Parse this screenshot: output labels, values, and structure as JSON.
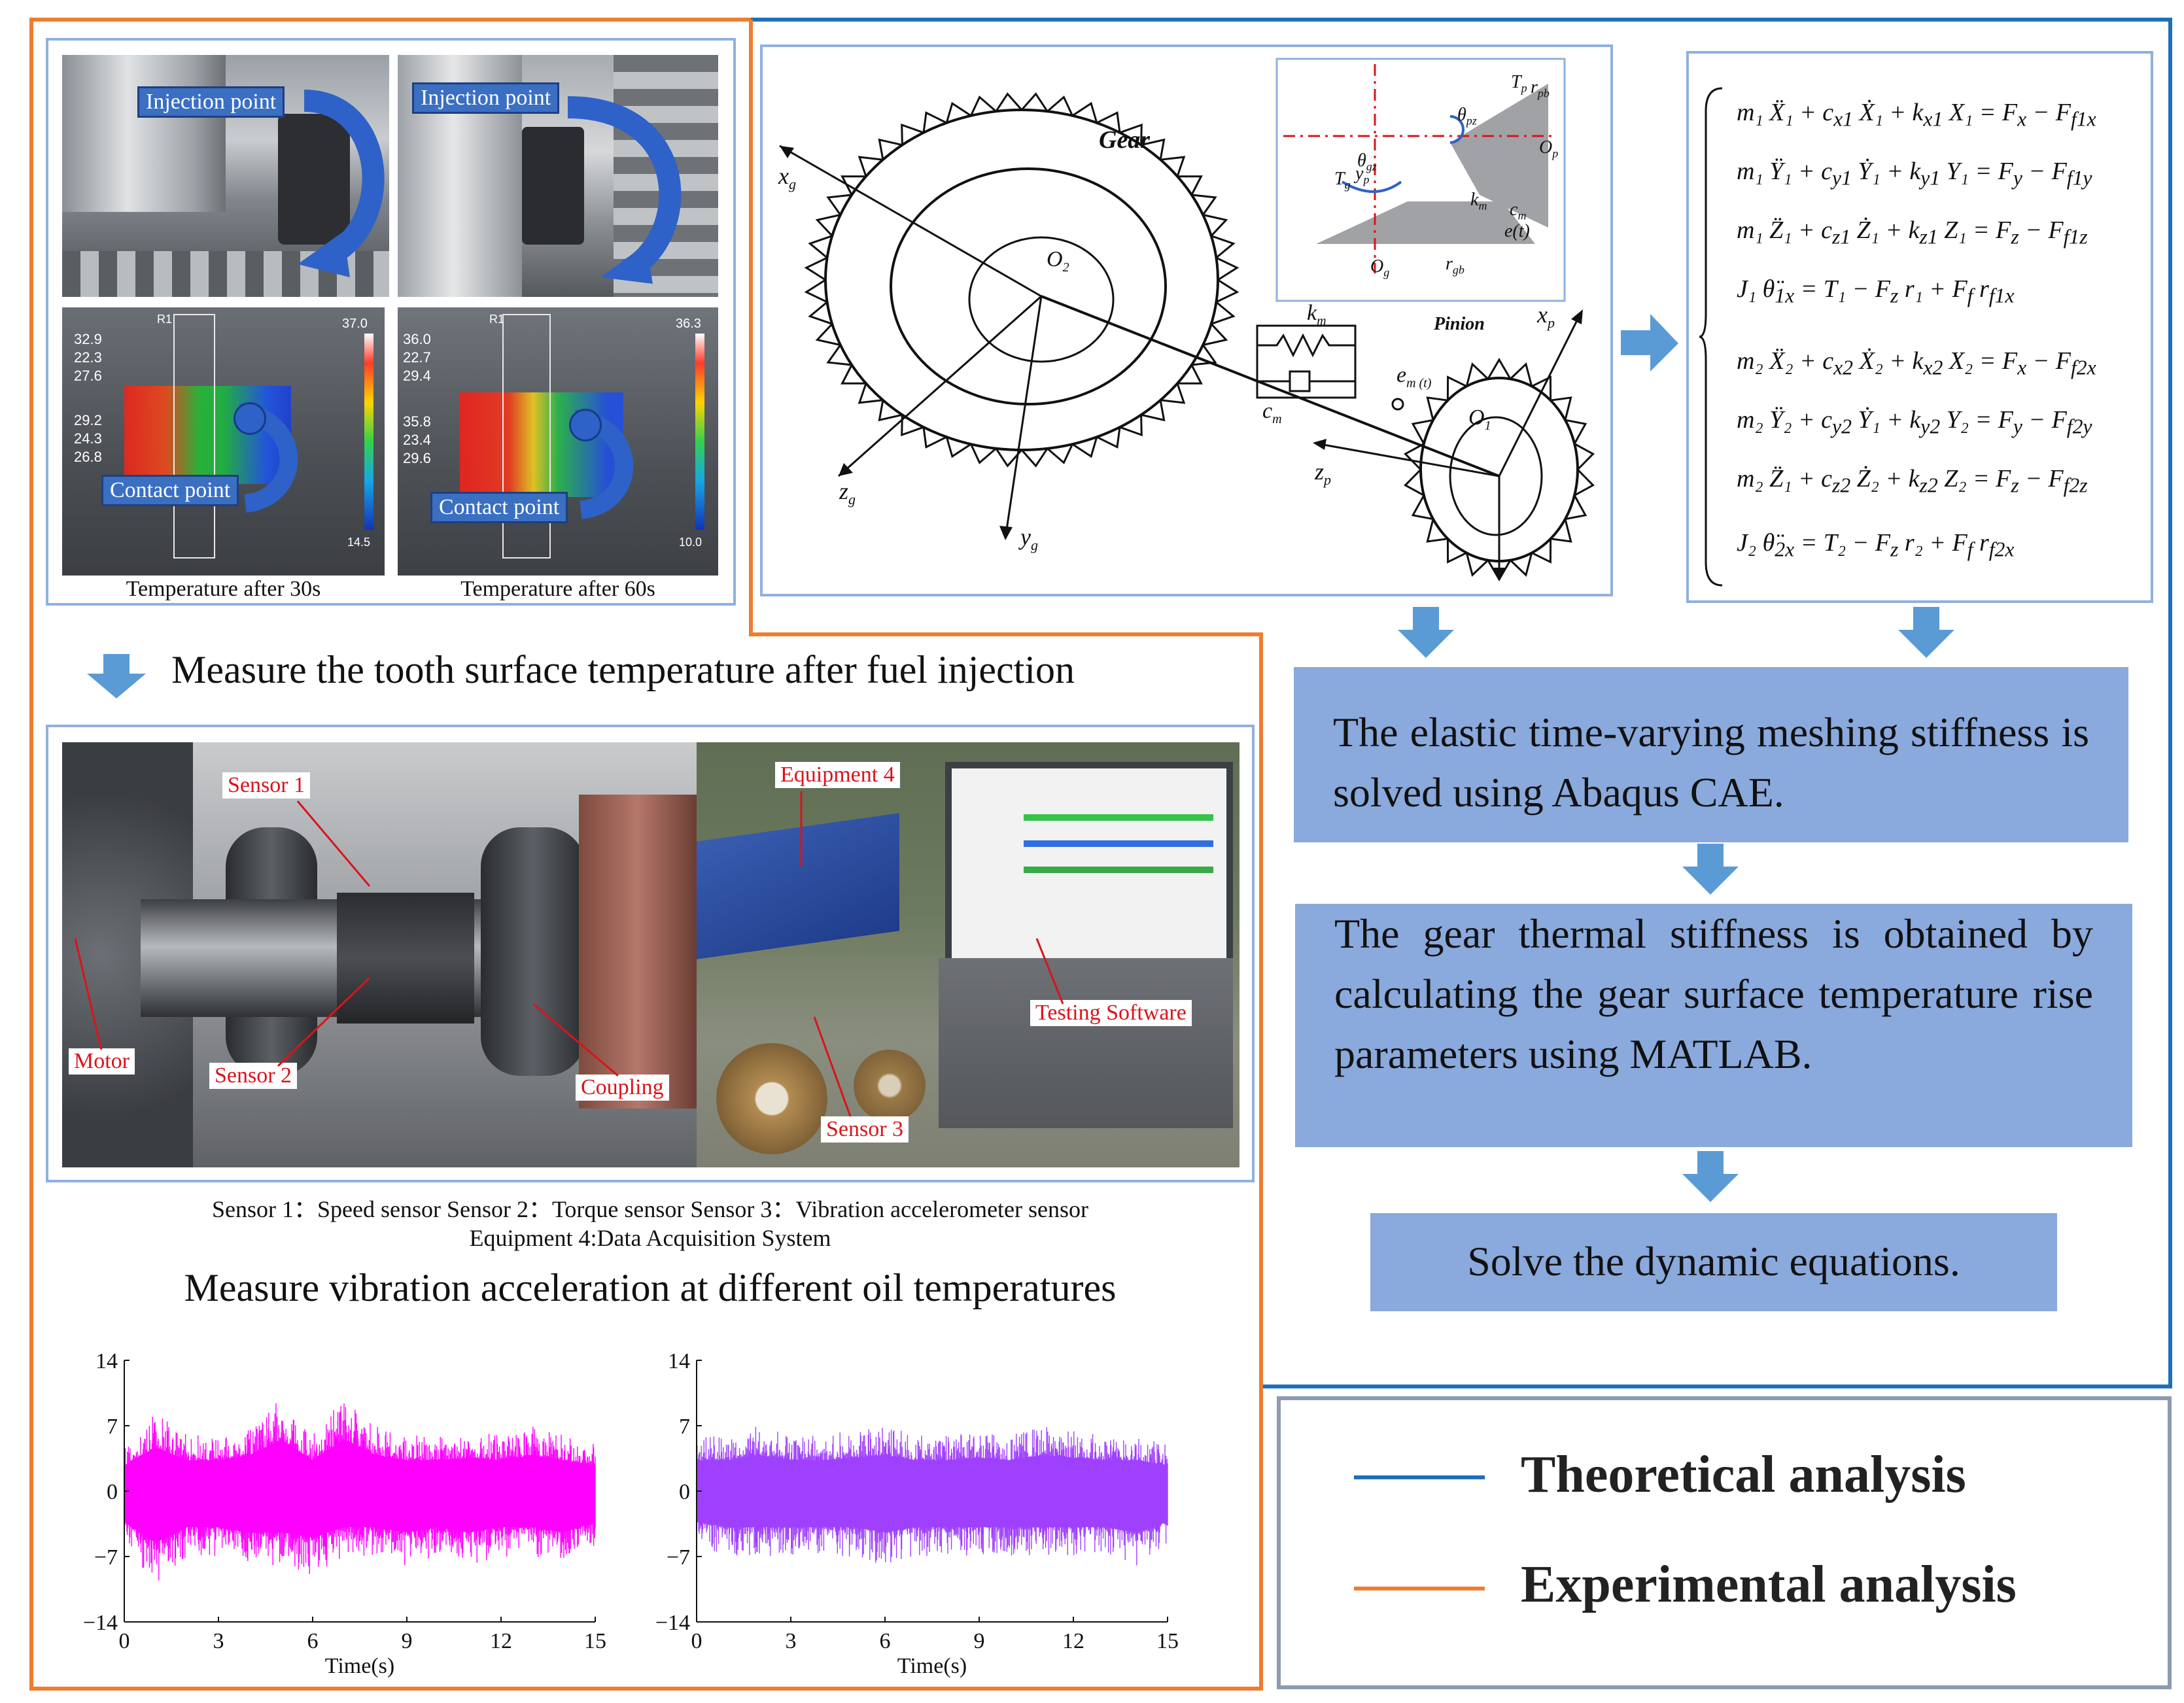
{
  "top_left": {
    "injection_label": "Injection point",
    "contact_label": "Contact point",
    "caption_30s": "Temperature after 30s",
    "caption_60s": "Temperature after 60s",
    "thermo1": {
      "marker": "R1",
      "vals": [
        "32.9",
        "22.3",
        "27.6",
        "29.2",
        "24.3",
        "26.8"
      ],
      "scale_max": "37.0",
      "scale_min": "14.5"
    },
    "thermo2": {
      "marker": "R1",
      "vals": [
        "36.0",
        "22.7",
        "29.4",
        "35.8",
        "23.4",
        "29.6"
      ],
      "scale_max": "36.3",
      "scale_min": "10.0"
    }
  },
  "measure_temp_text": "Measure the tooth surface temperature after fuel injection",
  "rig": {
    "sensor1": "Sensor 1",
    "sensor2": "Sensor 2",
    "sensor3": "Sensor 3",
    "equipment4": "Equipment 4",
    "motor": "Motor",
    "coupling": "Coupling",
    "software": "Testing Software",
    "legend_line1": "Sensor 1：Speed sensor       Sensor 2：Torque sensor     Sensor 3：Vibration accelerometer sensor",
    "legend_line2": "Equipment 4:Data Acquisition System"
  },
  "measure_vib_text": "Measure vibration acceleration at different oil temperatures",
  "chart_data": [
    {
      "type": "line",
      "xlabel": "Time(s)",
      "ylabel": "",
      "xlim": [
        0,
        15
      ],
      "ylim": [
        -14,
        14
      ],
      "xticks": [
        "0",
        "3",
        "6",
        "9",
        "12",
        "15"
      ],
      "yticks": [
        "14",
        "7",
        "0",
        "−7",
        "−14"
      ],
      "color": "#ff00ff",
      "x": [
        0,
        1,
        2,
        3,
        4,
        5,
        6,
        7,
        8,
        9,
        10,
        11,
        12,
        13,
        14,
        15
      ],
      "upper": [
        5,
        8.5,
        6,
        6,
        7,
        10,
        6,
        10,
        7,
        6,
        6,
        6.5,
        6,
        7,
        6,
        5
      ],
      "lower": [
        -6,
        -10,
        -7,
        -7,
        -8,
        -8,
        -9,
        -7,
        -7,
        -8,
        -7,
        -8,
        -7,
        -7,
        -8,
        -6
      ]
    },
    {
      "type": "line",
      "xlabel": "Time(s)",
      "ylabel": "",
      "xlim": [
        0,
        15
      ],
      "ylim": [
        -14,
        14
      ],
      "xticks": [
        "0",
        "3",
        "6",
        "9",
        "12",
        "15"
      ],
      "yticks": [
        "14",
        "7",
        "0",
        "−7",
        "−14"
      ],
      "color": "#a040ff",
      "x": [
        0,
        1,
        2,
        3,
        4,
        5,
        6,
        7,
        8,
        9,
        10,
        11,
        12,
        13,
        14,
        15
      ],
      "upper": [
        6,
        6,
        7,
        6,
        6,
        6.5,
        7,
        6,
        6,
        6.5,
        6,
        7,
        6.5,
        6,
        6,
        5
      ],
      "lower": [
        -6,
        -7,
        -7,
        -7,
        -7,
        -7,
        -8,
        -7,
        -7,
        -7,
        -7,
        -7,
        -7,
        -7,
        -8,
        -6
      ]
    }
  ],
  "model": {
    "gear": "Gear",
    "pinion": "Pinion",
    "xg": "x",
    "zg": "z",
    "yg": "y",
    "xp": "x",
    "zp": "z",
    "g": "g",
    "p": "p",
    "o2": "O",
    "o2sub": "2",
    "o1": "O",
    "o1sub": "1",
    "km": "k",
    "cm": "c",
    "m": "m",
    "em": "e",
    "emt": "(t)",
    "inset": {
      "tp": "T",
      "tp_sub": "p",
      "rpb": "r",
      "rpb_sub": "pb",
      "theta_pz": "θ",
      "theta_pz_sub": "pz",
      "op": "O",
      "op_sub": "p",
      "theta_gz": "θ",
      "theta_gz_sub": "gz",
      "tg": "T",
      "tg_sub": "g",
      "yp": "y",
      "yp_sub": "p",
      "km": "k",
      "km_sub": "m",
      "cm": "c",
      "cm_sub": "m",
      "et": "e(t)",
      "og": "O",
      "og_sub": "g",
      "rgb": "r",
      "rgb_sub": "gb"
    }
  },
  "equations": [
    "m₁ Ẍ₁ + c<sub>x1</sub> Ẋ₁ + k<sub>x1</sub> X₁ = F<sub>x</sub> − F<sub>f1x</sub>",
    "m₁ Ÿ₁ + c<sub>y1</sub> Ẏ₁ + k<sub>y1</sub> Y₁ = F<sub>y</sub> − F<sub>f1y</sub>",
    "m₁ Z̈₁ + c<sub>z1</sub> Ż₁ + k<sub>z1</sub> Z₁ = F<sub>z</sub> − F<sub>f1z</sub>",
    "J₁ θ̈<sub>1x</sub> = T₁ − F<sub>z</sub> r₁ + F<sub>f</sub> r<sub>f1x</sub>",
    "m₂ Ẍ₂ + c<sub>x2</sub> Ẋ₂ + k<sub>x2</sub> X₂ = F<sub>x</sub> − F<sub>f2x</sub>",
    "m₂ Ÿ₂ + c<sub>y2</sub> Ẏ₁ + k<sub>y2</sub> Y₂ = F<sub>y</sub> − F<sub>f2y</sub>",
    "m₂ Z̈₁ + c<sub>z2</sub> Ż₂ + k<sub>z2</sub> Z₂ = F<sub>z</sub> − F<sub>f2z</sub>",
    "J₂ θ̈<sub>2x</sub> = T₂ − F<sub>z</sub> r₂ + F<sub>f</sub> r<sub>f2x</sub>"
  ],
  "steps": {
    "step1": "The elastic time-varying meshing stiffness is solved using Abaqus CAE.",
    "step2": "The gear thermal stiffness is obtained by calculating the gear surface temperature rise parameters using MATLAB.",
    "step3": "Solve the dynamic equations."
  },
  "legend": {
    "theory": "Theoretical analysis",
    "experiment": "Experimental analysis",
    "theory_color": "#1f6fb8",
    "experiment_color": "#ed7d31"
  }
}
